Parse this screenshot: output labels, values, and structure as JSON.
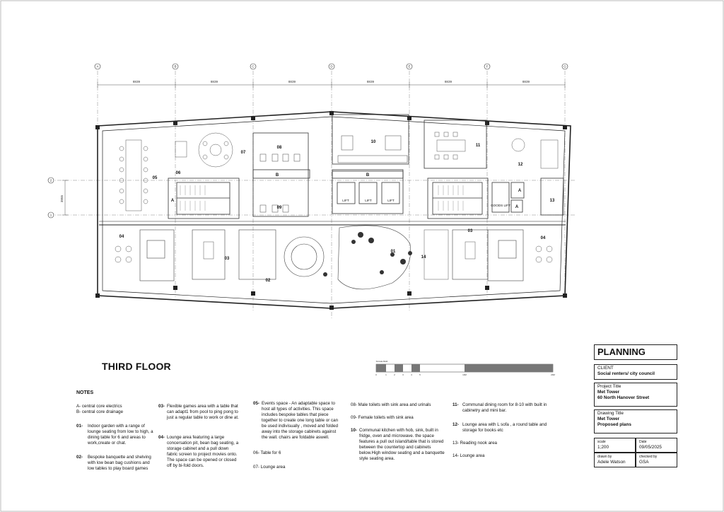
{
  "sheet": {
    "floor_title": "THIRD FLOOR",
    "notes_heading": "NOTES",
    "planning": "PLANNING"
  },
  "grid": {
    "columns": [
      "A",
      "B",
      "C",
      "D",
      "E",
      "F",
      "G"
    ],
    "rows": [
      "2",
      "1"
    ],
    "dims": [
      "8839",
      "8839",
      "8839",
      "8839",
      "8839",
      "8839"
    ],
    "row_dim": "3955"
  },
  "rooms": {
    "r01": "01",
    "r02": "02",
    "r03a": "03",
    "r03b": "03",
    "r04a": "04",
    "r04b": "04",
    "r05": "05",
    "r06": "06",
    "r07": "07",
    "r08": "08",
    "r09": "09",
    "r10": "10",
    "r11": "11",
    "r12": "12",
    "r13": "13",
    "r14": "14",
    "core_a1": "A",
    "core_a2": "A",
    "core_a3": "A",
    "core_b1": "B",
    "core_b2": "B",
    "lift1": "LIFT",
    "lift2": "LIFT",
    "lift3": "LIFT",
    "goods_lift": "GOODS LIFT"
  },
  "scale_bar": {
    "label": "SCALE BAR",
    "ticks": [
      "0",
      "1",
      "2",
      "3",
      "4",
      "5",
      "10M",
      "20M"
    ]
  },
  "notes": {
    "a": "A- central core electrics",
    "b": "B- central core drainage",
    "n01_num": "01-",
    "n01": "Indoor garden with a range of lounge seating from low to high, a dining table for 6 and areas to work,create or chat.",
    "n02_num": "02-",
    "n02": "Bespoke banquette and shelving with low bean bag cushions and low tables to  play board games",
    "n03_num": "03-",
    "n03": "Flexible games area with a table that can adapt1 from pool to ping pong to just a regular table to work or dine at.",
    "n04_num": "04-",
    "n04": "Lounge area featuring a large concersation pit, bean bag seating, a storage cabinet and a pull down fabric screen to project movies onto. The space can be opened or closed off by bi-fold doors.",
    "n05_num": "05-",
    "n05": "Events space - An adaptable space to host all types of activities. This space includes bespoke tables that piece together to create one long table or can be used indivisually , moved and folded away into the storage cabinets against the wall. chairs are foldable aswell.",
    "n06": "06-  Table for 6",
    "n07": "07-  Lounge area",
    "n08": "08- Male toilets with sink area and urinals",
    "n09": "09- Female toilets with sink area",
    "n10_num": "10-",
    "n10": "Communal kitchen with hob, sink, built in fridge, oven and microwave. the space features a pull out island/table that is stored between the countertop and cabinets below.High window seating and a banquette style seating area.",
    "n11_num": "11-",
    "n11": "Communal dining room for 8-10 with built in cabinetry and mini bar.",
    "n12_num": "12-",
    "n12": "Lounge area with L sofa , a round table and storage for books etc",
    "n13": "13-  Reading nook area",
    "n14": "14-  Lounge area"
  },
  "title_block": {
    "client_label": "CLIENT",
    "client": "Social renters/ city council",
    "project_label": "Project Title",
    "project_1": "Met Tower",
    "project_2": "60 North Hanover Street",
    "drawing_label": "Drawing Title",
    "drawing_1": "Met Tower",
    "drawing_2": "Proposed plans",
    "scale_label": "scale",
    "scale": "1;200",
    "date_label": "Date",
    "date": "09/05/2025",
    "drawn_label": "drawn by",
    "drawn": "Adele Watson",
    "checked_label": "checked by",
    "checked": "GSA"
  }
}
